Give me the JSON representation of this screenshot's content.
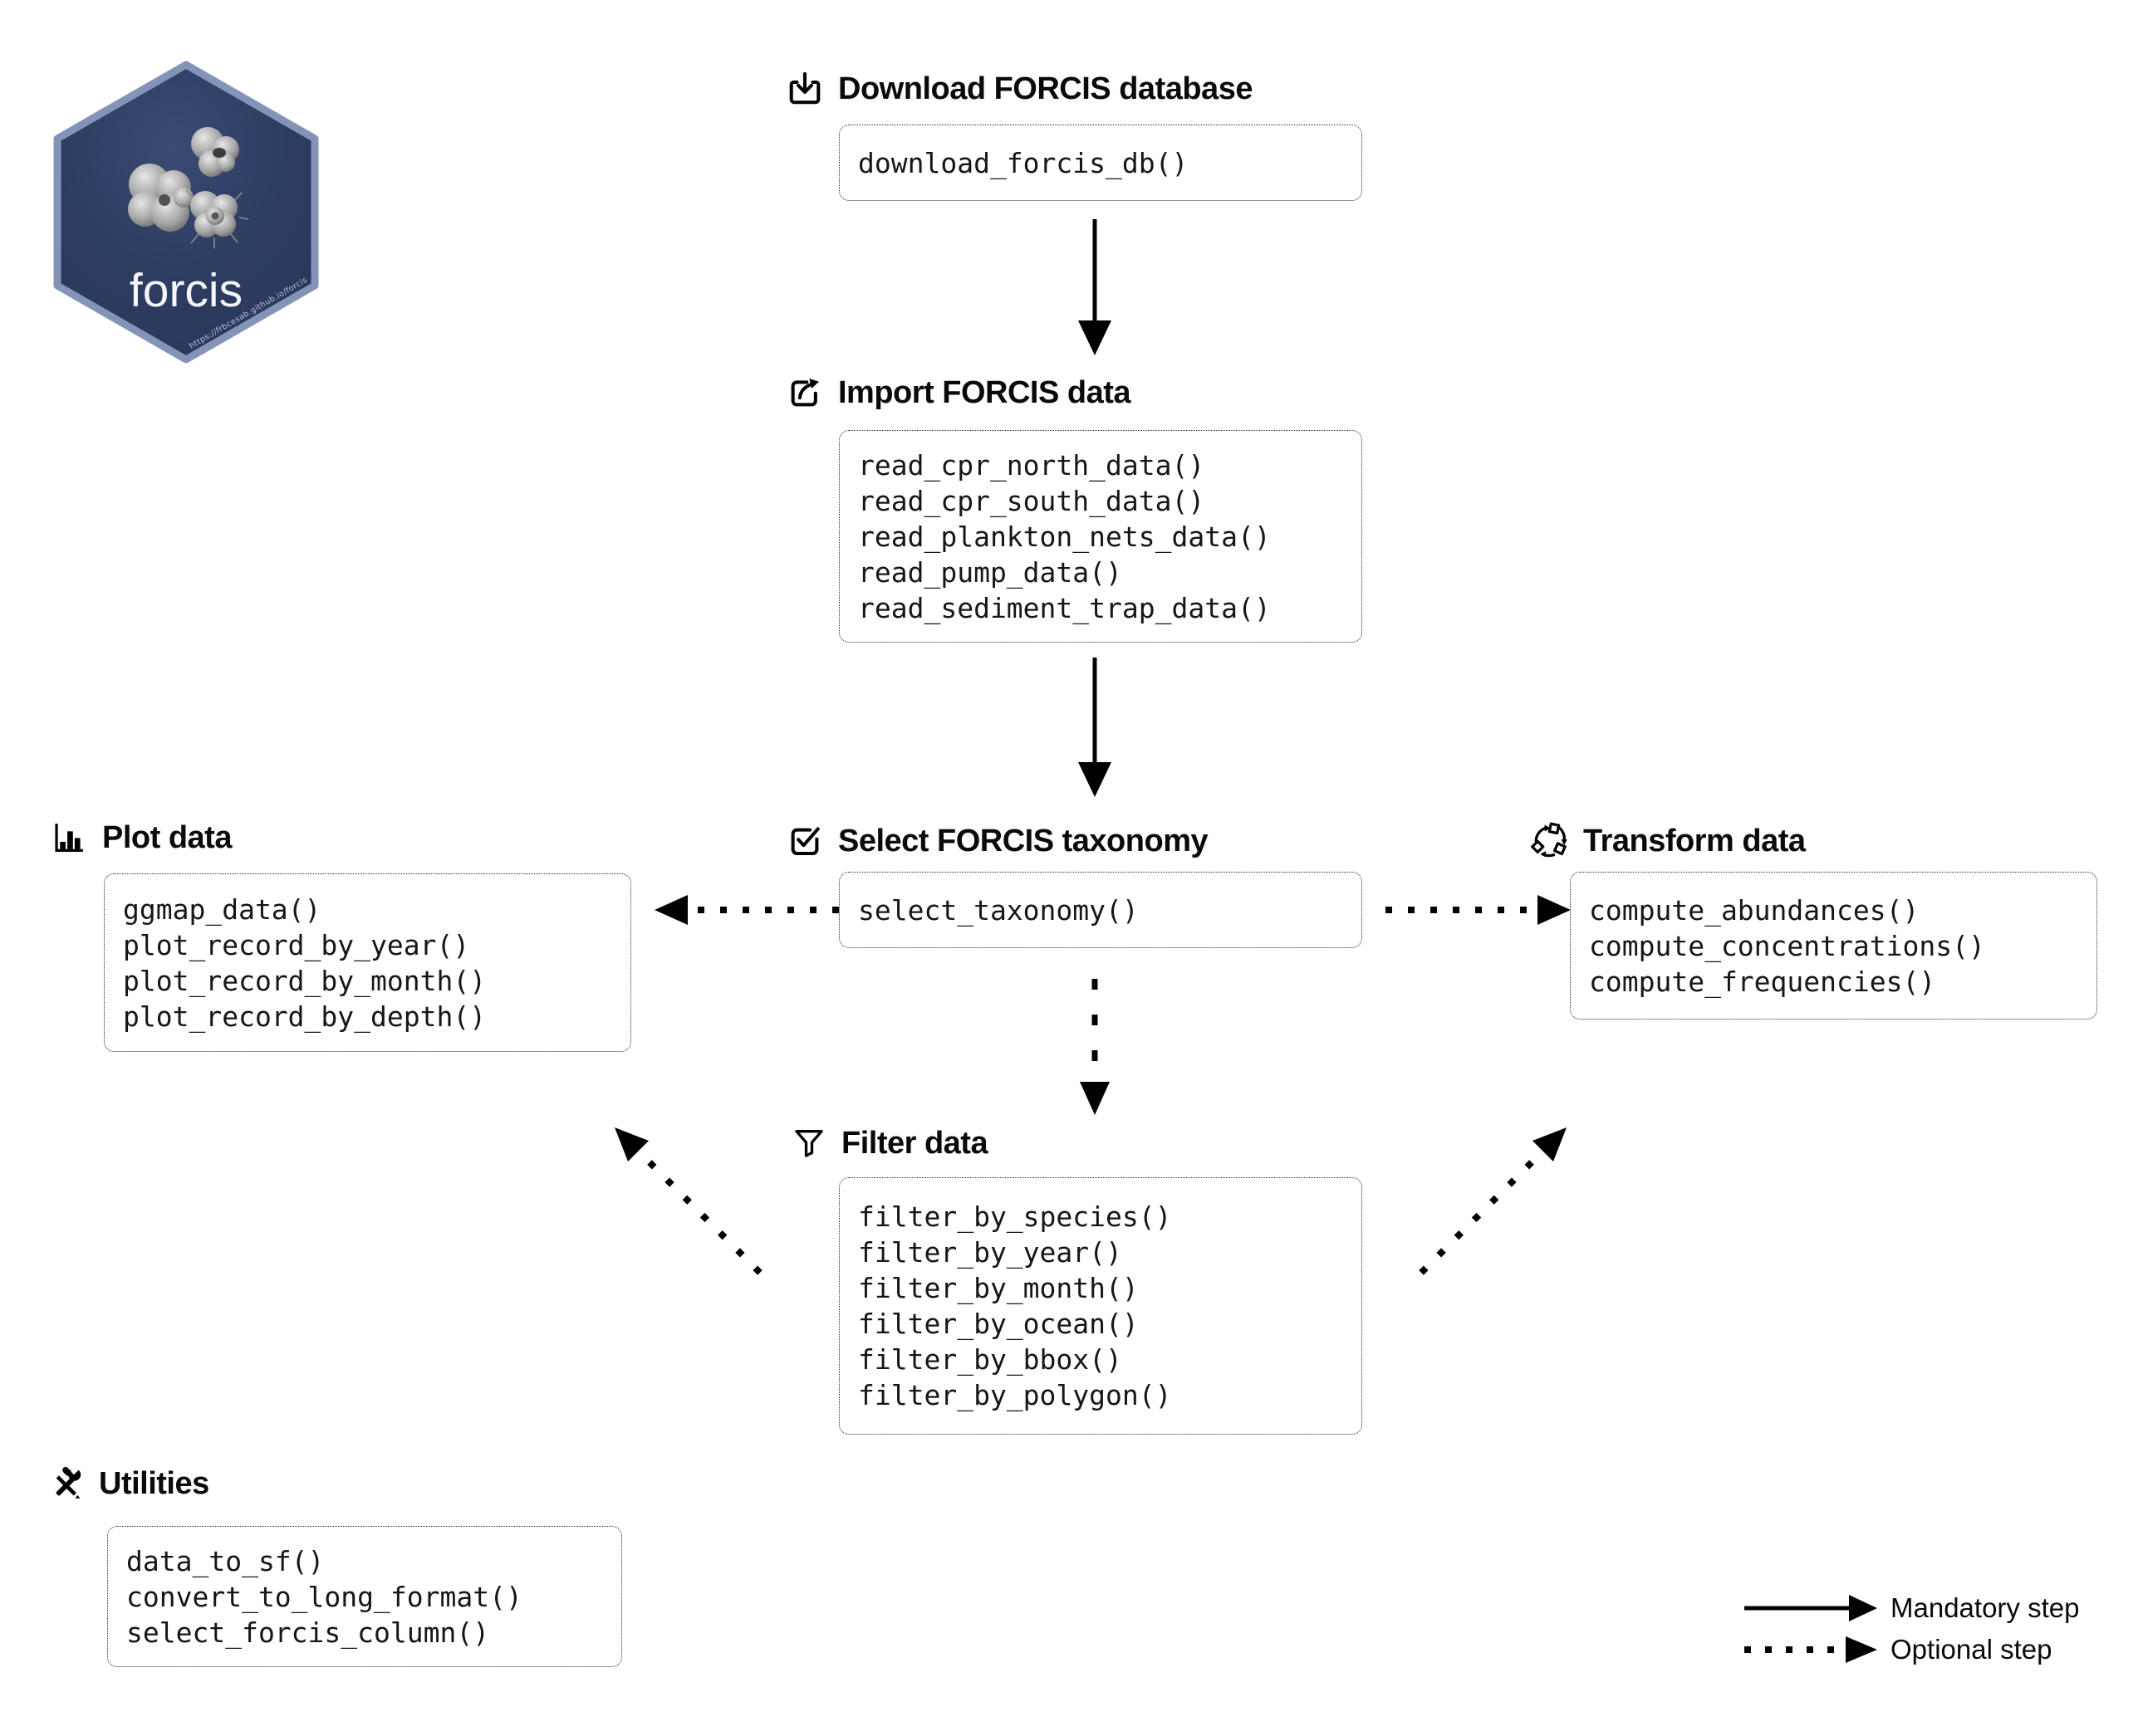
{
  "logo": {
    "name": "forcis",
    "url": "https://frbcesab.github.io/forcis",
    "hex_fill": "#2c3a5e",
    "hex_border": "#8494b8"
  },
  "sections": {
    "download": {
      "title": "Download FORCIS database",
      "icon": "box-arrow-in-down-icon",
      "functions": [
        "download_forcis_db()"
      ]
    },
    "import": {
      "title": "Import FORCIS data",
      "icon": "box-arrow-out-icon",
      "functions": [
        "read_cpr_north_data()",
        "read_cpr_south_data()",
        "read_plankton_nets_data()",
        "read_pump_data()",
        "read_sediment_trap_data()"
      ]
    },
    "select": {
      "title": "Select FORCIS taxonomy",
      "icon": "check-square-icon",
      "functions": [
        "select_taxonomy()"
      ]
    },
    "plot": {
      "title": "Plot data",
      "icon": "bar-chart-icon",
      "functions": [
        "ggmap_data()",
        "plot_record_by_year()",
        "plot_record_by_month()",
        "plot_record_by_depth()"
      ]
    },
    "transform": {
      "title": "Transform data",
      "icon": "shapes-cycle-icon",
      "functions": [
        "compute_abundances()",
        "compute_concentrations()",
        "compute_frequencies()"
      ]
    },
    "filter": {
      "title": "Filter data",
      "icon": "funnel-icon",
      "functions": [
        "filter_by_species()",
        "filter_by_year()",
        "filter_by_month()",
        "filter_by_ocean()",
        "filter_by_bbox()",
        "filter_by_polygon()"
      ]
    },
    "utilities": {
      "title": "Utilities",
      "icon": "screwdriver-wrench-icon",
      "functions": [
        "data_to_sf()",
        "convert_to_long_format()",
        "select_forcis_column()"
      ]
    }
  },
  "legend": {
    "mandatory": "Mandatory step",
    "optional": "Optional step"
  }
}
